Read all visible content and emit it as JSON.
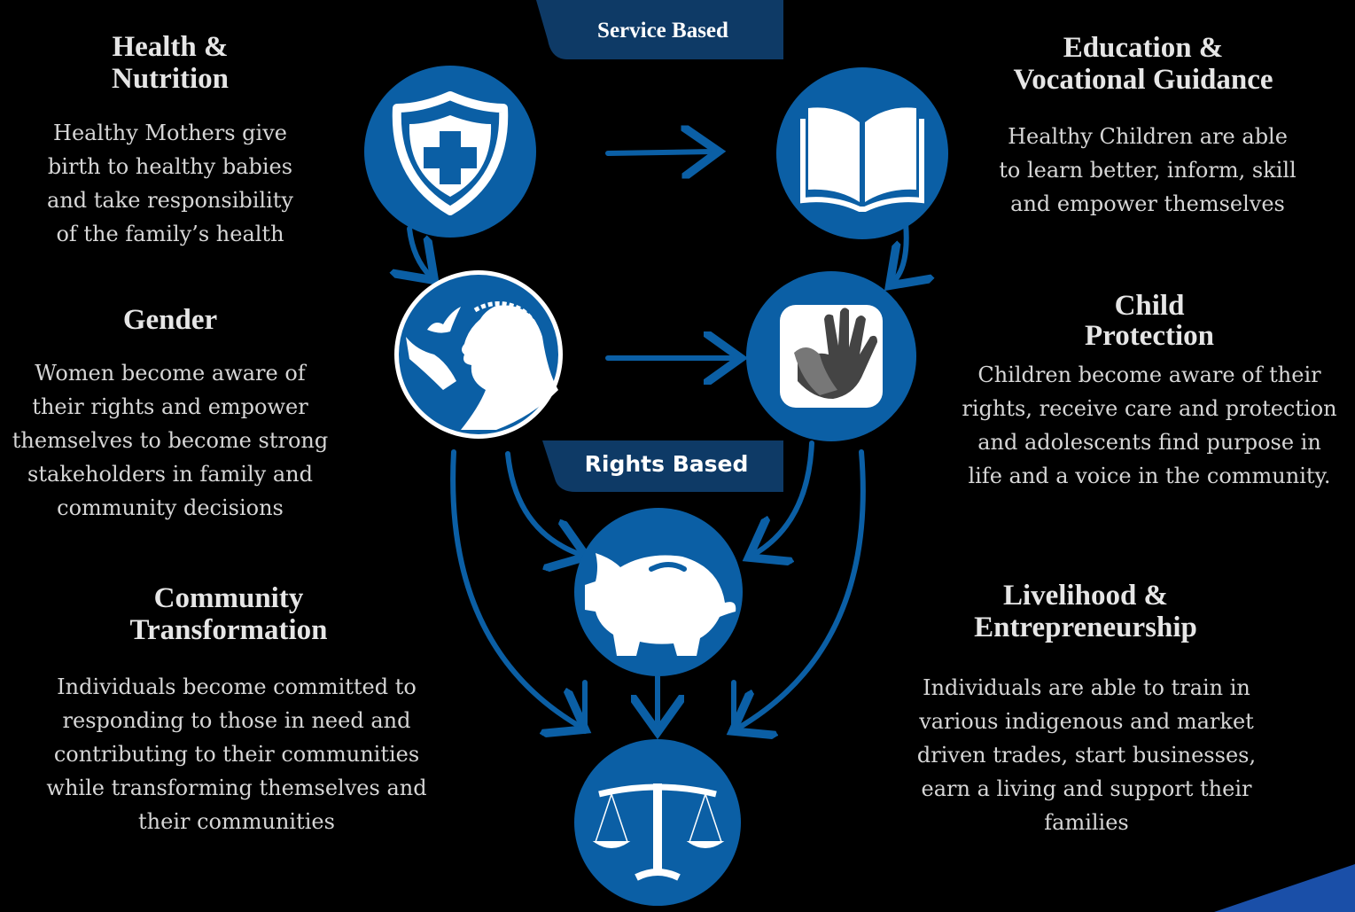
{
  "badges": {
    "service": "Service Based",
    "rights": "Rights Based"
  },
  "sections": {
    "health": {
      "title": "Health &\nNutrition",
      "body": "Healthy Mothers give\nbirth to healthy babies\nand take responsibility\nof the family’s health"
    },
    "education": {
      "title": "Education &\nVocational Guidance",
      "body": "Healthy Children are able\nto learn better, inform, skill\nand empower themselves"
    },
    "gender": {
      "title": "Gender",
      "body": "Women become aware of\ntheir rights and empower\nthemselves to become strong\nstakeholders in family and\ncommunity decisions"
    },
    "child": {
      "title": "Child\nProtection",
      "body": "Children become aware of their\nrights, receive care and protection\nand adolescents find purpose in\nlife and a voice in the community."
    },
    "community": {
      "title": "Community\nTransformation",
      "body": "Individuals become committed to\nresponding to those in need and\ncontributing to their communities\nwhile transforming themselves and\ntheir communities"
    },
    "livelihood": {
      "title": "Livelihood &\nEntrepreneurship",
      "body": "Individuals are able to train in\nvarious indigenous and market\ndriven trades, start businesses,\nearn a living and support their\nfamilies"
    }
  },
  "icons": {
    "health": "shield-cross-icon",
    "education": "open-book-icon",
    "gender": "woman-with-bird-icon",
    "child": "hands-icon",
    "livelihood": "piggy-bank-icon",
    "justice": "scales-icon"
  },
  "colors": {
    "accent": "#0b5fa5",
    "badge": "#0e3a66",
    "background": "#000000"
  }
}
